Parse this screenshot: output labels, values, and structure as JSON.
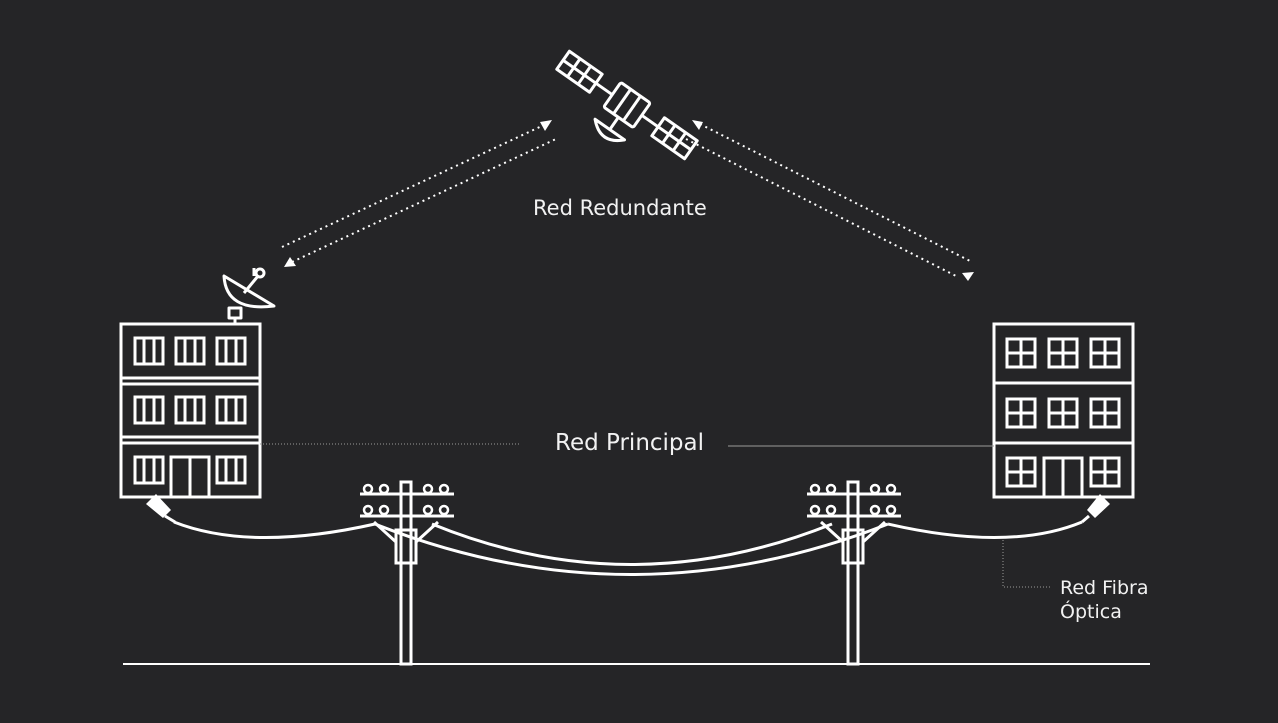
{
  "labels": {
    "redundant_network": "Red Redundante",
    "main_network": "Red Principal",
    "fiber_network_line1": "Red Fibra",
    "fiber_network_line2": "Óptica"
  },
  "colors": {
    "background": "#252527",
    "stroke": "#ffffff",
    "text": "#f2f2f2",
    "leader_line": "#9a9a9a"
  },
  "icons": [
    "satellite-icon",
    "satellite-dish-icon",
    "building-icon",
    "utility-pole-icon",
    "fiber-connector-icon"
  ]
}
